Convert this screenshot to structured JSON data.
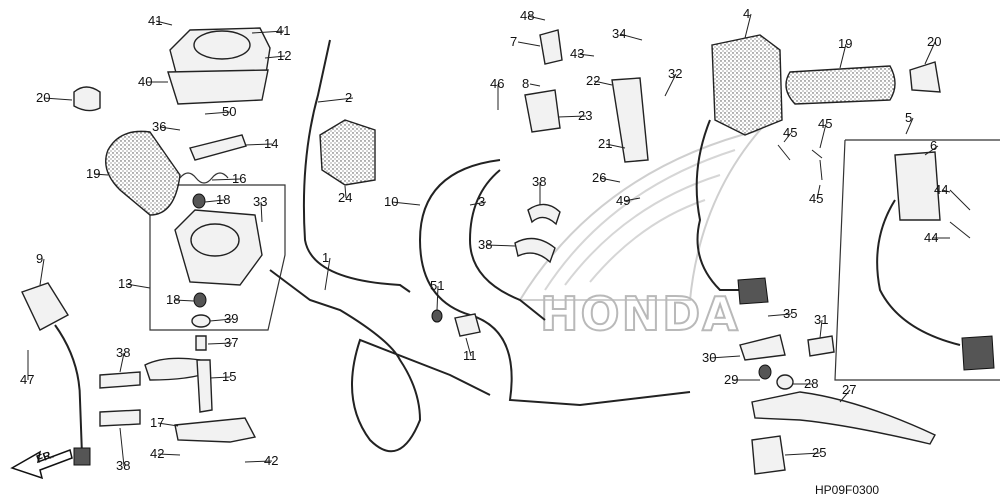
{
  "diagram_code": "HP09F0300",
  "direction_label": "FR.",
  "watermark": "HONDA",
  "callouts": {
    "c41a": "41",
    "c41b": "41",
    "c12": "12",
    "c40": "40",
    "c20a": "20",
    "c50": "50",
    "c36": "36",
    "c14": "14",
    "c19a": "19",
    "c16": "16",
    "c18a": "18",
    "c33": "33",
    "c13": "13",
    "c18b": "18",
    "c39": "39",
    "c37": "37",
    "c9": "9",
    "c47": "47",
    "c38a": "38",
    "c15": "15",
    "c17": "17",
    "c38b": "38",
    "c42a": "42",
    "c42b": "42",
    "c2": "2",
    "c24": "24",
    "c1": "1",
    "c51": "51",
    "c10": "10",
    "c3": "3",
    "c11": "11",
    "c48": "48",
    "c7": "7",
    "c8": "8",
    "c43": "43",
    "c34": "34",
    "c22": "22",
    "c46": "46",
    "c23": "23",
    "c32": "32",
    "c21": "21",
    "c38c": "38",
    "c26": "26",
    "c49": "49",
    "c38d": "38",
    "c4": "4",
    "c19b": "19",
    "c20b": "20",
    "c45a": "45",
    "c45b": "45",
    "c45c": "45",
    "c5": "5",
    "c6": "6",
    "c44a": "44",
    "c44b": "44",
    "c35": "35",
    "c31": "31",
    "c30": "30",
    "c29": "29",
    "c28": "28",
    "c27": "27",
    "c25": "25"
  }
}
